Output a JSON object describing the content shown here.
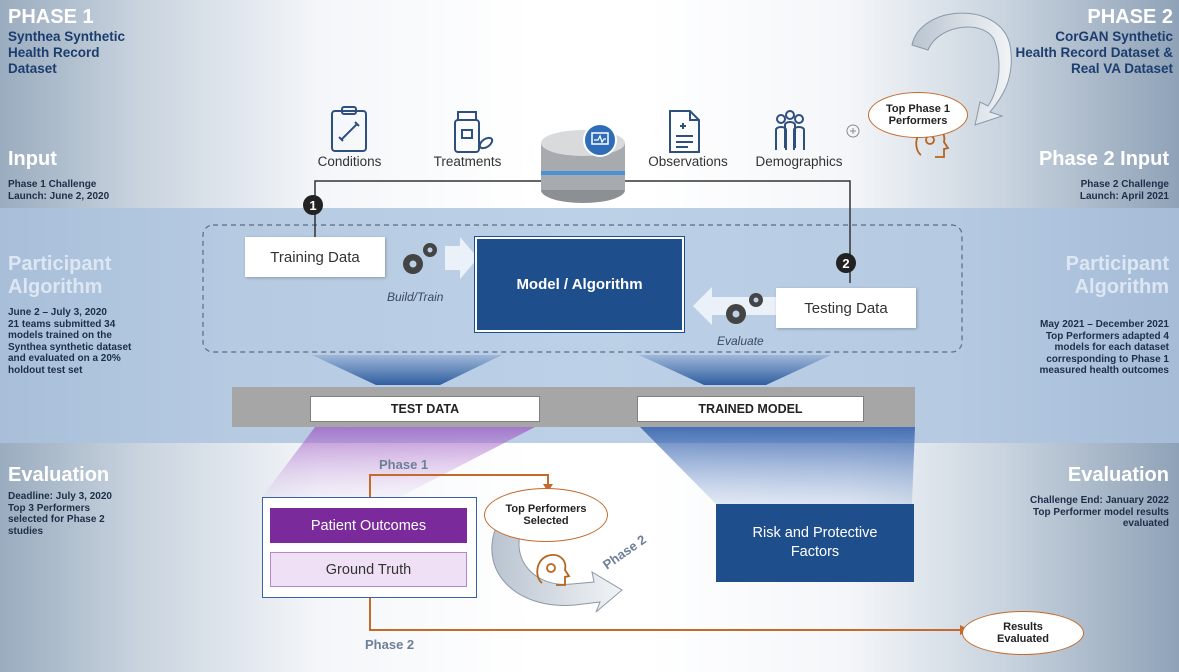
{
  "left": {
    "phase_title": "PHASE 1",
    "phase_subtitle": [
      "Synthea Synthetic",
      "Health Record",
      "Dataset"
    ],
    "input_heading": "Input",
    "input_text": [
      "Phase 1 Challenge",
      "Launch: June 2, 2020"
    ],
    "algo_heading": [
      "Participant",
      "Algorithm"
    ],
    "algo_text": [
      "June 2 – July 3, 2020",
      "21 teams submitted 34",
      "models trained on the",
      "Synthea synthetic dataset",
      "and evaluated on a 20%",
      "holdout test set"
    ],
    "eval_heading": "Evaluation",
    "eval_text": [
      "Deadline: July 3, 2020",
      "Top 3 Performers",
      "selected for Phase 2",
      "studies"
    ]
  },
  "right": {
    "phase_title": "PHASE 2",
    "phase_subtitle": [
      "CorGAN Synthetic",
      "Health Record Dataset &",
      "Real VA Dataset"
    ],
    "input_heading": "Phase 2 Input",
    "input_text": [
      "Phase 2 Challenge",
      "Launch: April 2021"
    ],
    "algo_heading": [
      "Participant",
      "Algorithm"
    ],
    "algo_text": [
      "May 2021 – December 2021",
      "Top Performers adapted 4",
      "models for each dataset",
      "corresponding to Phase 1",
      "measured health outcomes"
    ],
    "eval_heading": "Evaluation",
    "eval_text": [
      "Challenge End: January 2022",
      "Top Performer model results",
      "evaluated"
    ]
  },
  "icons": {
    "conditions": "Conditions",
    "treatments": "Treatments",
    "observations": "Observations",
    "demographics": "Demographics"
  },
  "top_oval": [
    "Top Phase 1",
    "Performers"
  ],
  "flow": {
    "training_data": "Training Data",
    "testing_data": "Testing Data",
    "model": "Model / Algorithm",
    "build_train": "Build/Train",
    "evaluate": "Evaluate",
    "step1": "1",
    "step2": "2",
    "test_data": "TEST DATA",
    "trained_model": "TRAINED MODEL"
  },
  "eval": {
    "phase1_label": "Phase 1",
    "phase2_label": "Phase 2",
    "phase2_arrow": "Phase 2",
    "patient_outcomes": "Patient Outcomes",
    "ground_truth": "Ground Truth",
    "top_selected": [
      "Top Performers",
      "Selected"
    ],
    "risk": [
      "Risk and Protective",
      "Factors"
    ],
    "results": [
      "Results",
      "Evaluated"
    ]
  },
  "colors": {
    "navy": "#1f4e8c",
    "purple": "#7a2a9a",
    "orange": "#c46a2a"
  }
}
